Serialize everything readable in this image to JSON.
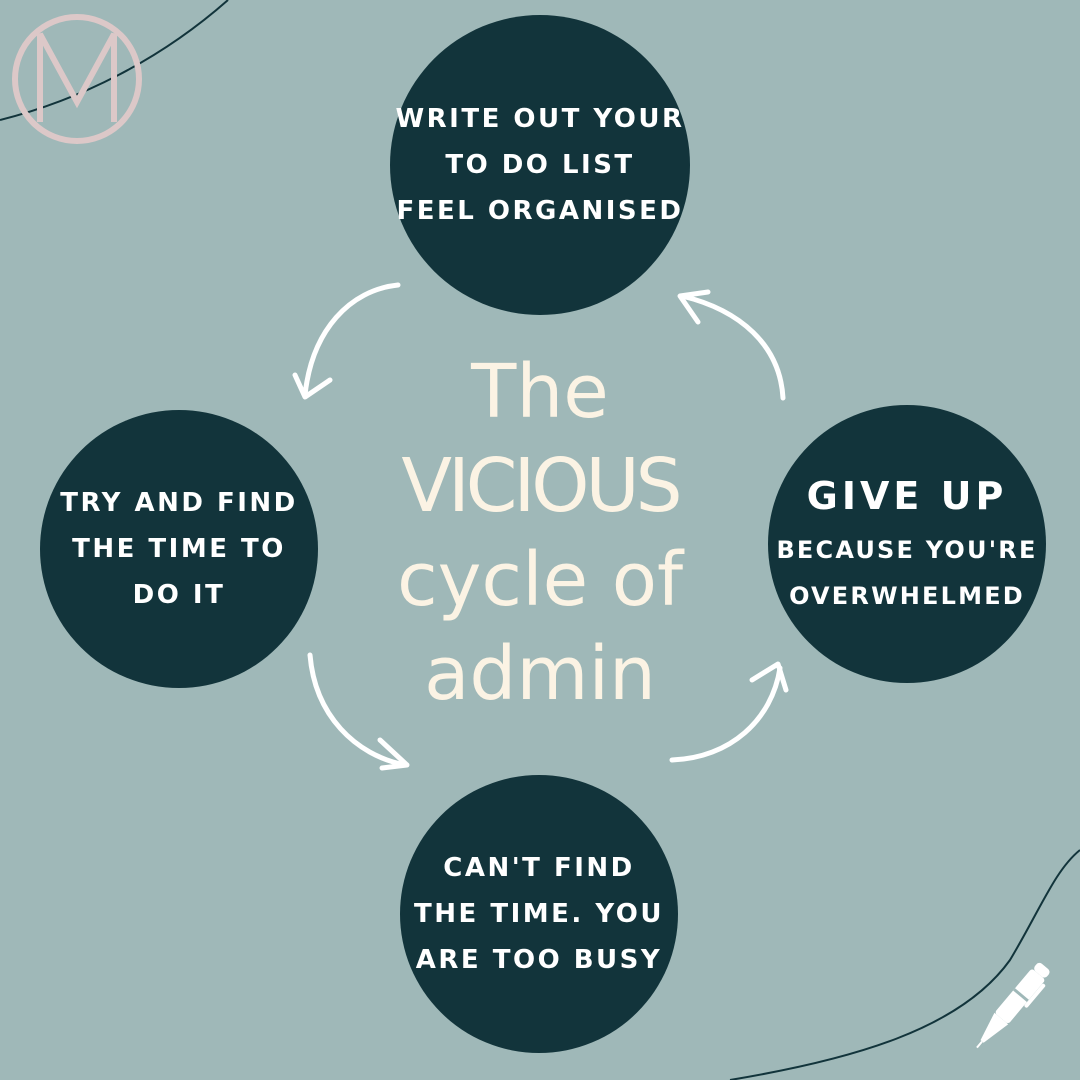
{
  "colors": {
    "background": "#9fb8b8",
    "circle": "#12343b",
    "circle_text": "#ffffff",
    "title_text": "#fbf3e4",
    "logo": "#dcc8c8",
    "arrow": "#ffffff",
    "line": "#12343b"
  },
  "logo": {
    "icon": "monogram-m-logo"
  },
  "title": {
    "line1": "The",
    "line2": "VICIOUS",
    "line3": "cycle of",
    "line4": "admin"
  },
  "steps": {
    "top": {
      "lines": [
        "WRITE OUT YOUR",
        "TO DO LIST",
        "FEEL ORGANISED"
      ]
    },
    "right": {
      "heading": "GIVE UP",
      "lines": [
        "BECAUSE YOU'RE",
        "OVERWHELMED"
      ]
    },
    "bottom": {
      "lines": [
        "CAN'T FIND",
        "THE TIME. YOU",
        "ARE TOO BUSY"
      ]
    },
    "left": {
      "lines": [
        "TRY AND FIND",
        "THE TIME TO",
        "DO IT"
      ]
    }
  },
  "icons": {
    "arrows": "curved-arrow-icon",
    "pen": "pen-icon"
  }
}
